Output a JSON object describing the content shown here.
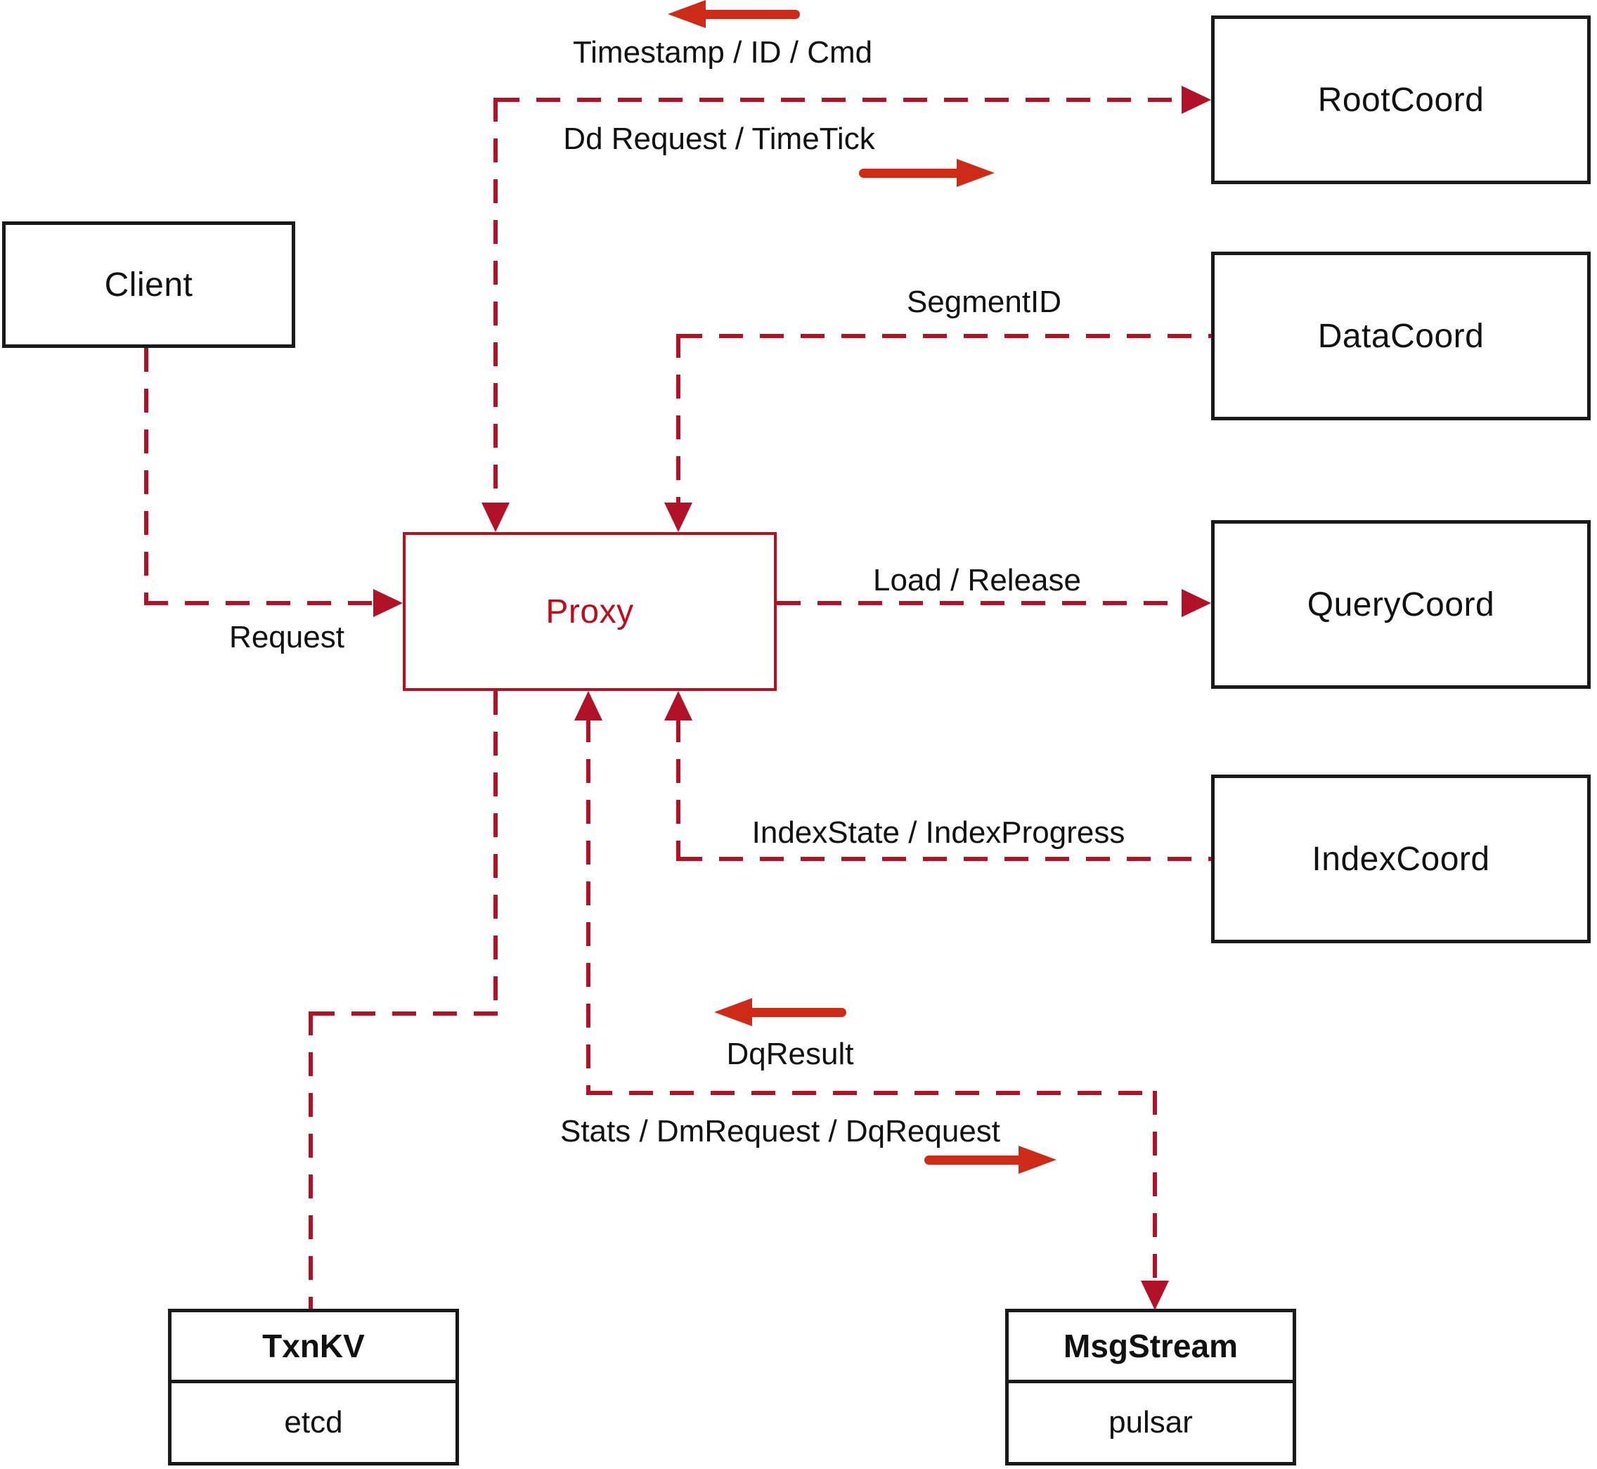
{
  "diagram": {
    "nodes": {
      "client": {
        "label": "Client"
      },
      "root_coord": {
        "label": "RootCoord"
      },
      "data_coord": {
        "label": "DataCoord"
      },
      "query_coord": {
        "label": "QueryCoord"
      },
      "index_coord": {
        "label": "IndexCoord"
      },
      "proxy": {
        "label": "Proxy"
      },
      "txn_kv": {
        "title": "TxnKV",
        "impl": "etcd"
      },
      "msg_stream": {
        "title": "MsgStream",
        "impl": "pulsar"
      }
    },
    "edge_labels": {
      "timestamp_id_cmd": "Timestamp / ID / Cmd",
      "dd_request_timetick": "Dd Request / TimeTick",
      "segment_id": "SegmentID",
      "request": "Request",
      "load_release": "Load / Release",
      "index_state_progress": "IndexState / IndexProgress",
      "dq_result": "DqResult",
      "stats_dm_dq": "Stats / DmRequest / DqRequest"
    },
    "colors": {
      "dash": "#b11228",
      "arrow": "#cd2a18",
      "node_border": "#1a1a1a",
      "proxy_accent": "#bb0d1e",
      "text": "#111111"
    }
  }
}
